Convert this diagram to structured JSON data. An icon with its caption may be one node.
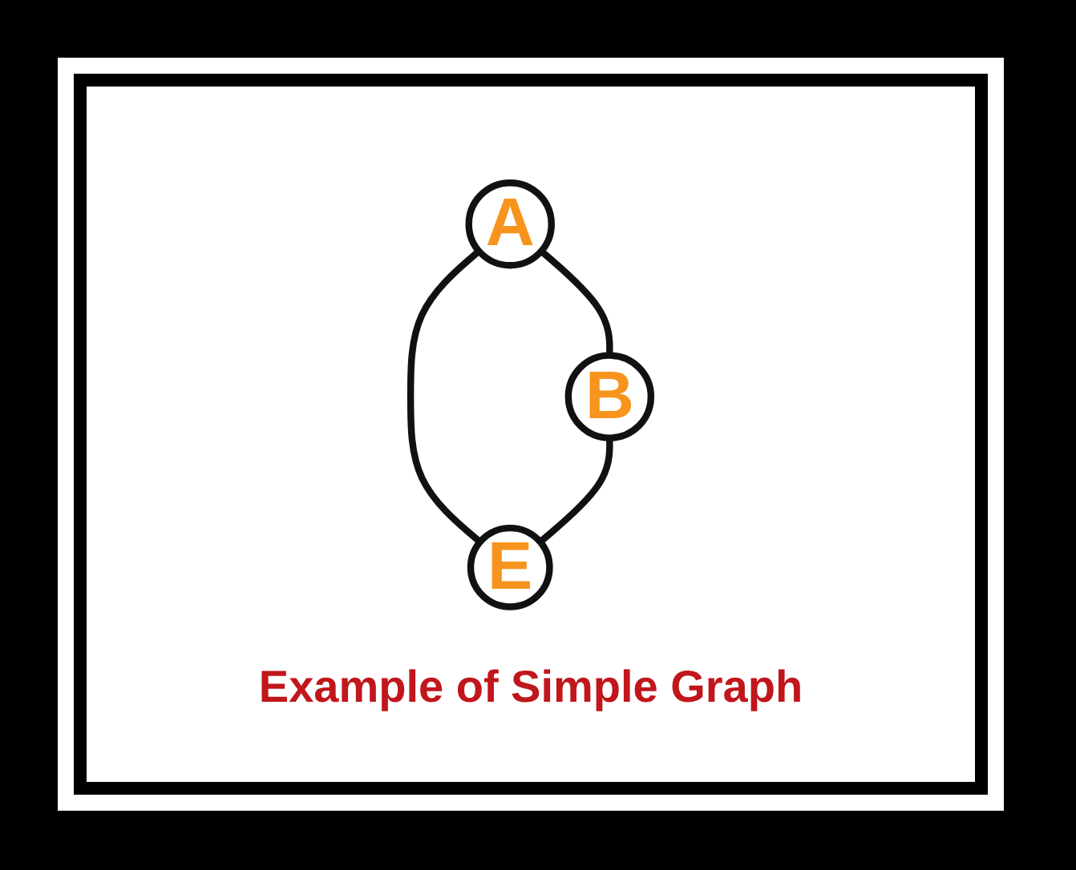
{
  "diagram": {
    "caption": "Example of Simple Graph",
    "nodes": [
      {
        "text": [
          "A"
        ]
      },
      {
        "text": [
          "B"
        ]
      },
      {
        "text": [
          "E"
        ]
      }
    ],
    "edges": [
      {
        "from": 0,
        "to": 1,
        "arrow": "none"
      },
      {
        "from": 0,
        "to": 2,
        "arrow": "none"
      },
      {
        "from": 1,
        "to": 2,
        "arrow": "none"
      }
    ]
  }
}
